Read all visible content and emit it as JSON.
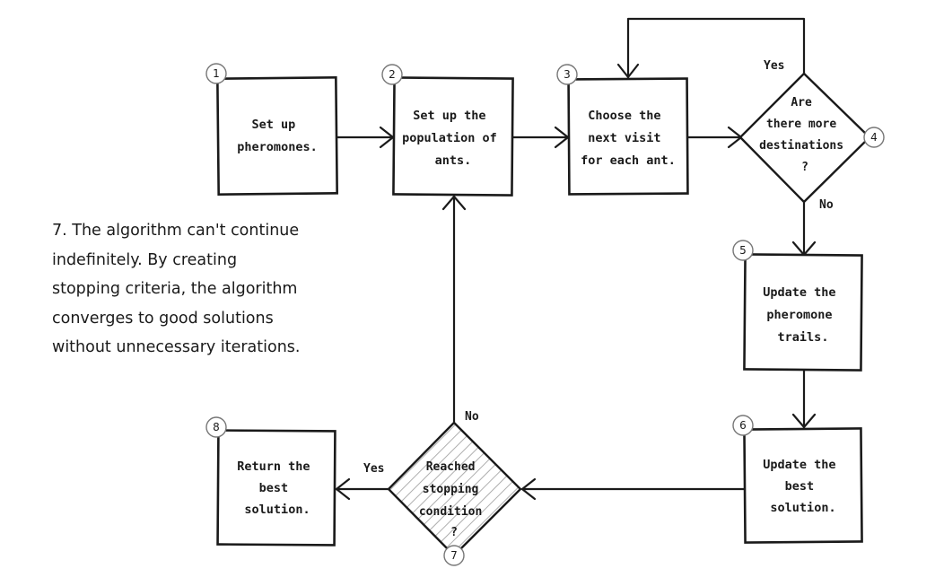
{
  "nodes": {
    "n1": {
      "number": "1",
      "lines": [
        "Set up",
        "pheromones."
      ]
    },
    "n2": {
      "number": "2",
      "lines": [
        "Set up the",
        "population of",
        "ants."
      ]
    },
    "n3": {
      "number": "3",
      "lines": [
        "Choose the",
        "next visit",
        "for each ant."
      ]
    },
    "n4": {
      "number": "4",
      "lines": [
        "Are",
        "there more",
        "destinations",
        "?"
      ]
    },
    "n5": {
      "number": "5",
      "lines": [
        "Update the",
        "pheromone",
        "trails."
      ]
    },
    "n6": {
      "number": "6",
      "lines": [
        "Update the",
        "best",
        "solution."
      ]
    },
    "n7": {
      "number": "7",
      "lines": [
        "Reached",
        "stopping",
        "condition",
        "?"
      ]
    },
    "n8": {
      "number": "8",
      "lines": [
        "Return the",
        "best",
        "solution."
      ]
    }
  },
  "edge_labels": {
    "n4_yes": "Yes",
    "n4_no": "No",
    "n7_yes": "Yes",
    "n7_no": "No"
  },
  "note": {
    "lines": [
      "7. The algorithm can't continue",
      "indefinitely. By creating",
      "stopping criteria, the algorithm",
      "converges to good solutions",
      "without unnecessary iterations."
    ]
  },
  "colors": {
    "stroke": "#1a1a1a",
    "hatch": "#9a9a9a"
  }
}
